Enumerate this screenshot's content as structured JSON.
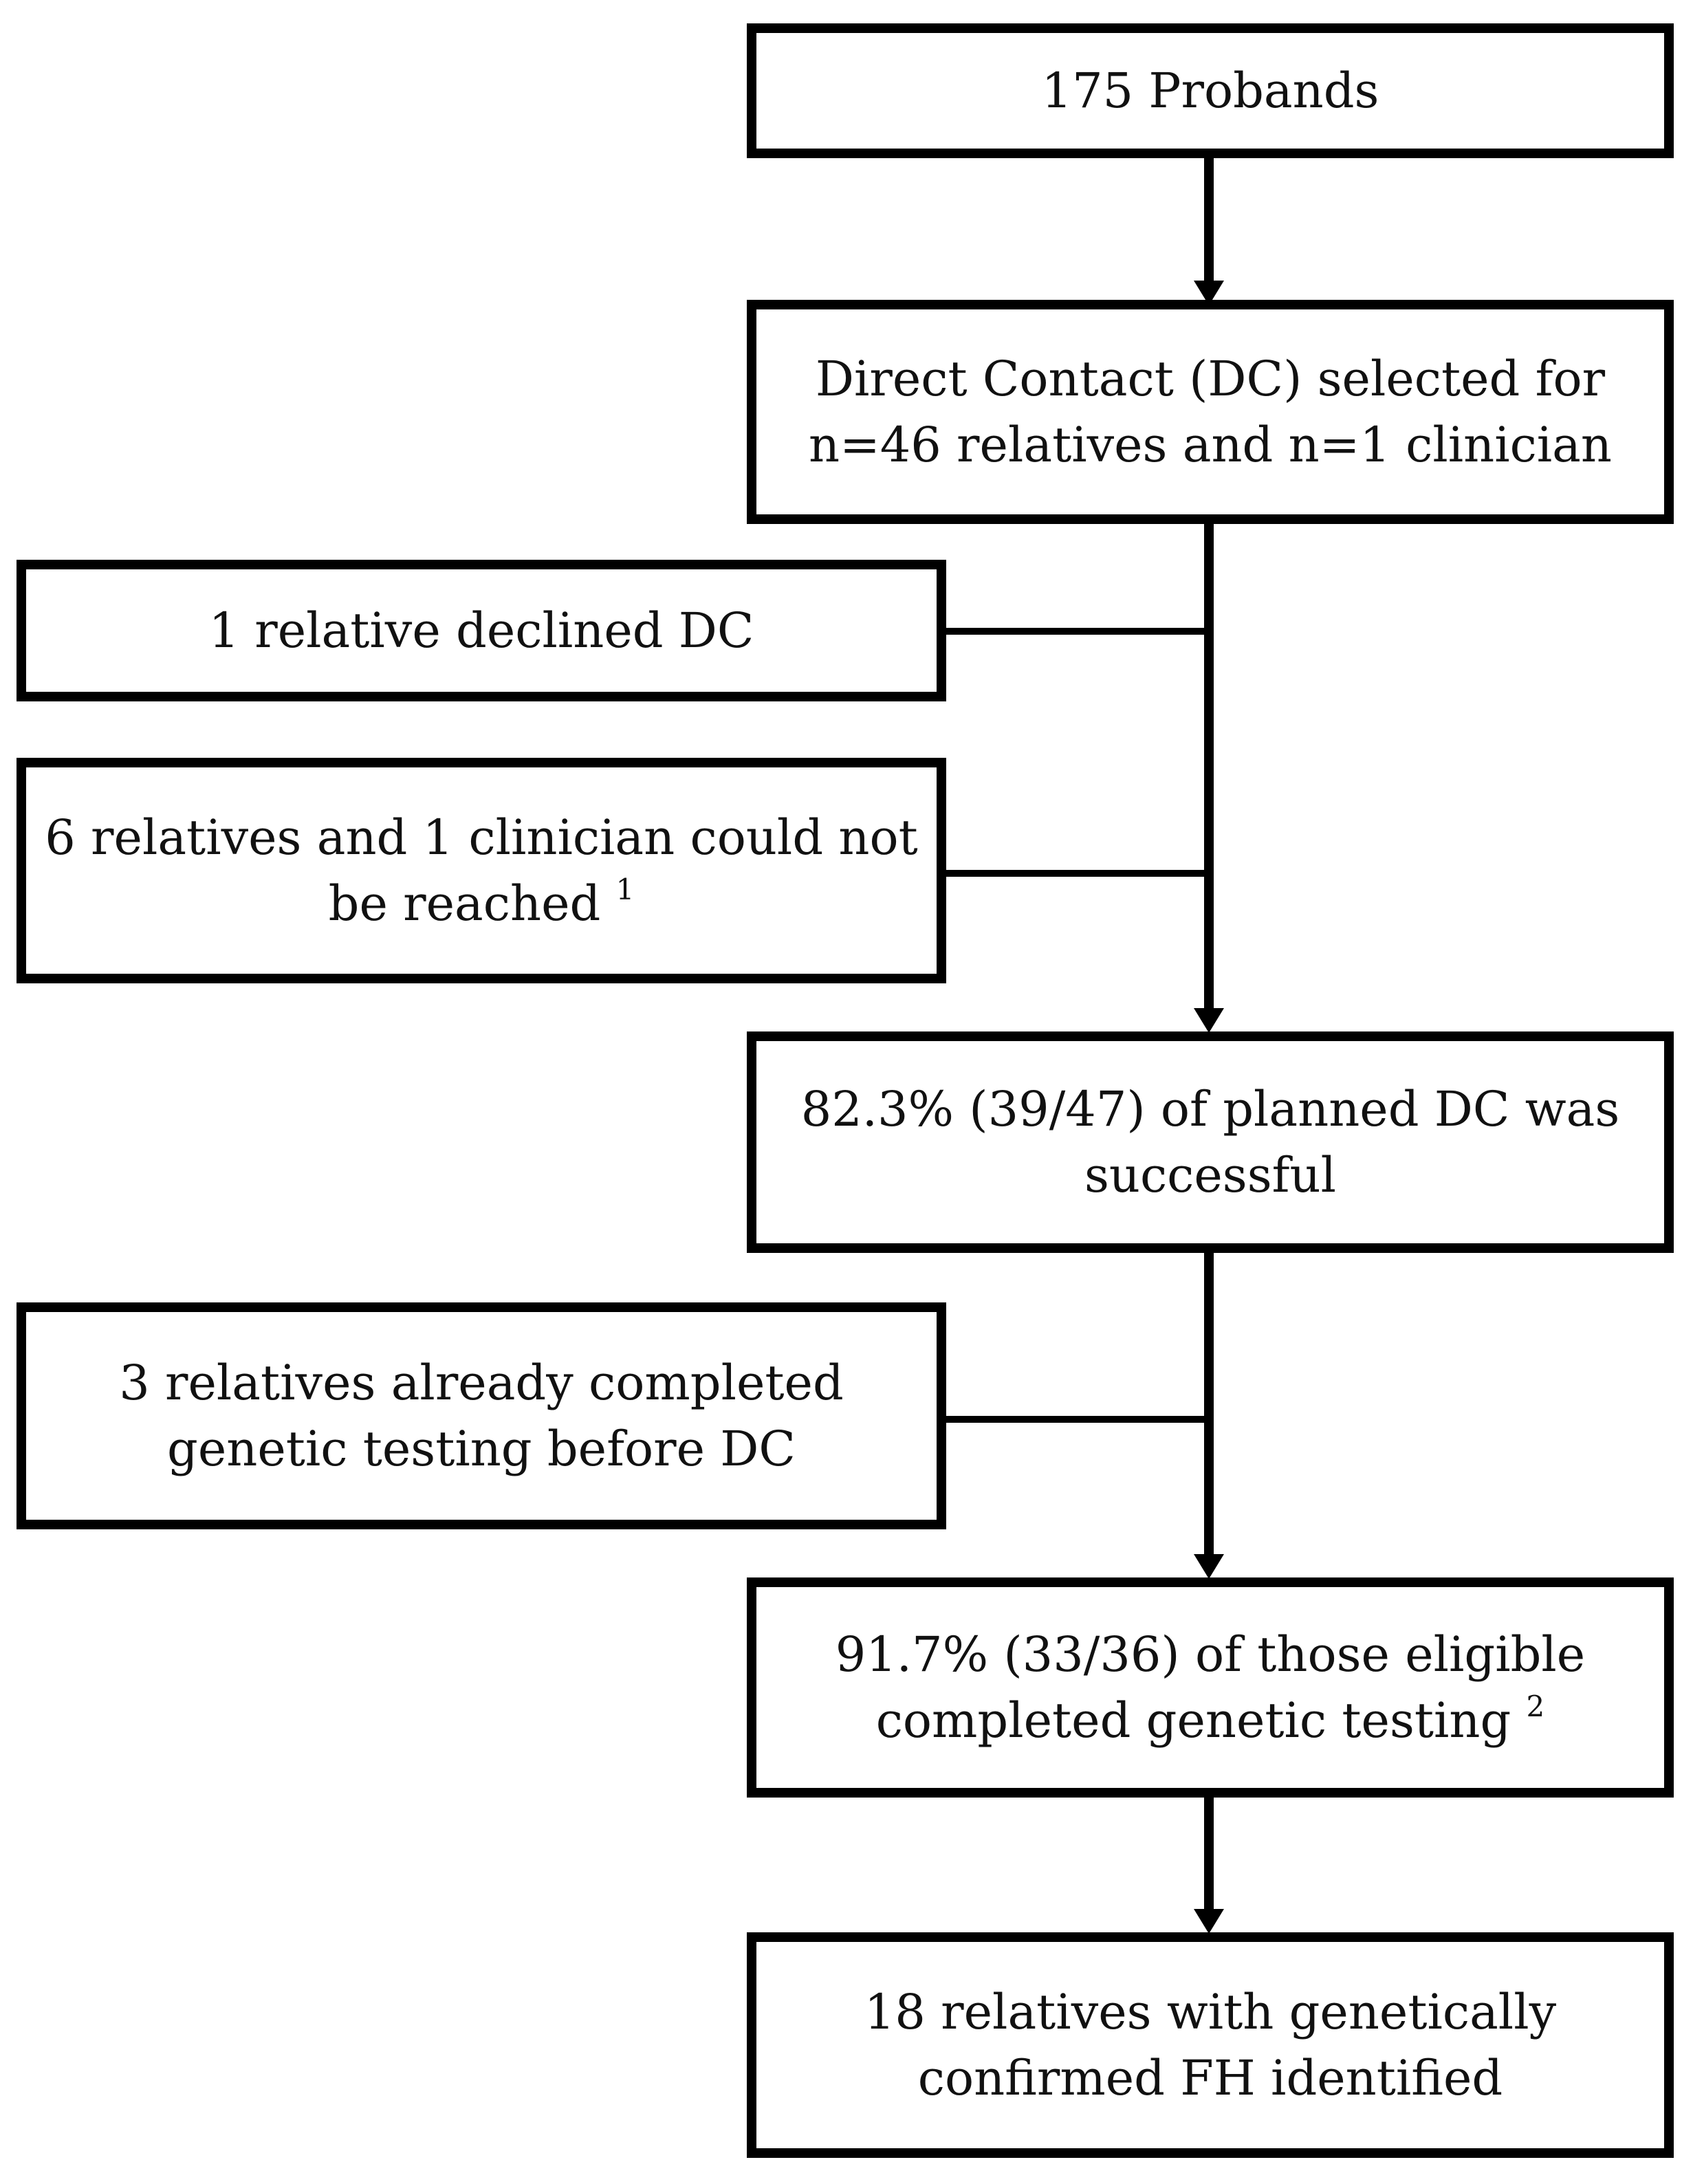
{
  "flowchart": {
    "probands": "175 Probands",
    "direct_contact": "Direct Contact (DC) selected for\nn=46 relatives and n=1 clinician",
    "declined": "1 relative declined DC",
    "unreached": "6 relatives and 1 clinician could not\nbe reached",
    "unreached_note": "1",
    "successful": "82.3% (39/47) of planned DC was\nsuccessful",
    "already_tested": "3 relatives already completed\ngenetic testing before DC",
    "completed_testing": "91.7% (33/36) of those eligible\ncompleted genetic testing",
    "completed_testing_note": "2",
    "identified": "18 relatives with genetically\nconfirmed FH identified"
  }
}
